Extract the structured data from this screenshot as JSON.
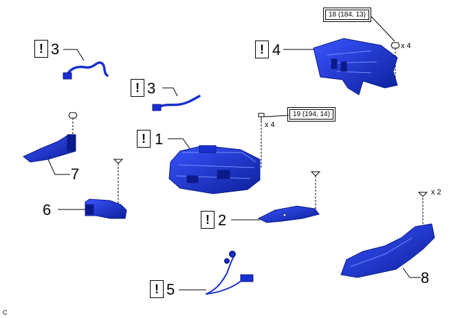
{
  "diagram": {
    "corner_label": "C",
    "accent_color": "#1a2fd0",
    "dark_color": "#0a1a8a",
    "callouts": [
      {
        "id": "part-3a",
        "number": "3",
        "caution_mark": "!"
      },
      {
        "id": "part-3b",
        "number": "3",
        "caution_mark": "!"
      },
      {
        "id": "part-4",
        "number": "4",
        "caution_mark": "!"
      },
      {
        "id": "part-1",
        "number": "1",
        "caution_mark": "!"
      },
      {
        "id": "part-2",
        "number": "2",
        "caution_mark": "!"
      },
      {
        "id": "part-5",
        "number": "5",
        "caution_mark": "!"
      },
      {
        "id": "part-6",
        "number": "6"
      },
      {
        "id": "part-7",
        "number": "7"
      },
      {
        "id": "part-8",
        "number": "8"
      }
    ],
    "torques": [
      {
        "id": "torque-18",
        "text": "18 (184, 13)",
        "quantity": "x 4"
      },
      {
        "id": "torque-19",
        "text": "19 (194, 14)",
        "quantity": "x 4"
      }
    ],
    "quantity_8": "x 2"
  }
}
